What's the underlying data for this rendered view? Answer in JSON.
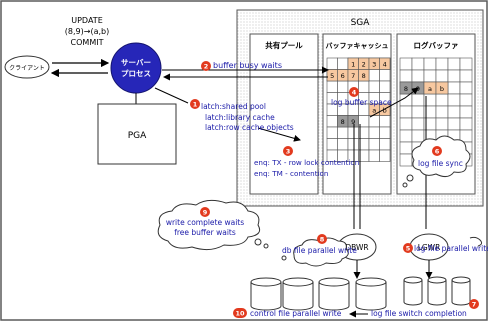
{
  "sga": {
    "title": "SGA"
  },
  "shared_pool": {
    "title": "共有プール"
  },
  "buffer_cache": {
    "title": "バッファキャッシュ",
    "cells": [
      "1",
      "2",
      "3",
      "4",
      "5",
      "6",
      "7",
      "8",
      "9",
      "a",
      "b",
      "8",
      "9"
    ]
  },
  "log_buffer": {
    "title": "ログバッファ",
    "cells": [
      "8",
      "9",
      "a",
      "b"
    ]
  },
  "client": {
    "label": "クライアント"
  },
  "server_process": {
    "line1": "サーバー",
    "line2": "プロセス"
  },
  "update_text": {
    "line1": "UPDATE",
    "line2": "(8,9)→(a,b)",
    "line3": "COMMIT"
  },
  "pga": {
    "label": "PGA"
  },
  "dbwr": {
    "label": "DBWR"
  },
  "lgwr": {
    "label": "LGWR"
  },
  "events": {
    "e1": {
      "num": "1",
      "lines": [
        "latch:shared pool",
        "latch:library cache",
        "latch:row cache objects"
      ]
    },
    "e2": {
      "num": "2",
      "label": "buffer busy waits"
    },
    "e3": {
      "num": "3",
      "lines": [
        "enq: TX - row lock contention",
        "enq: TM - contention"
      ]
    },
    "e4": {
      "num": "4",
      "label": "log buffer space"
    },
    "e5": {
      "num": "5",
      "label": "log file parallel write"
    },
    "e6": {
      "num": "6",
      "label": "log file sync"
    },
    "e7": {
      "num": "7",
      "label": "log file switch completion"
    },
    "e8": {
      "num": "8",
      "label": "db file parallel write"
    },
    "e9": {
      "num": "9",
      "lines": [
        "write complete waits",
        "free buffer waits"
      ]
    },
    "e10": {
      "num": "10",
      "label": "control file parallel write"
    }
  },
  "colors": {
    "accent": "#e23a1e",
    "text_blue": "#1a1aa8",
    "server": "#2626b8",
    "cell_fill": "#f7c8a0",
    "cell_gray": "#9a9a9a"
  }
}
